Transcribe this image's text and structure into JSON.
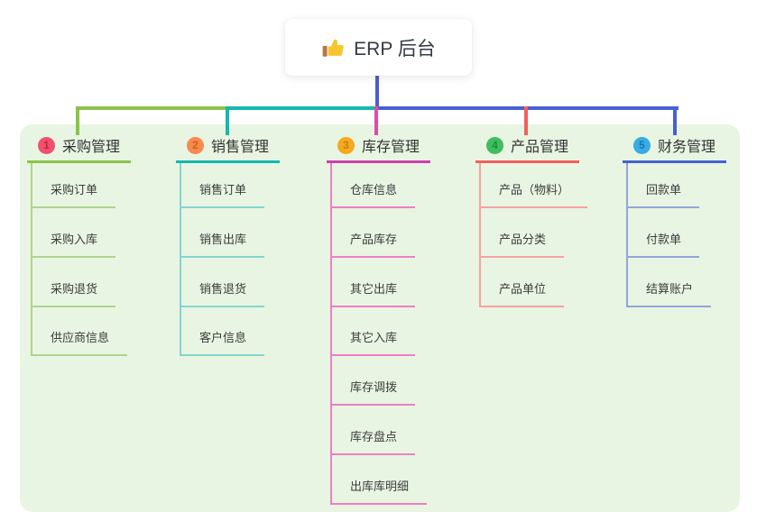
{
  "root": {
    "title": "ERP 后台",
    "icon": "thumbs-up-icon",
    "connector_color": "#4a5fd2"
  },
  "panel": {
    "background": "#e8f5e2"
  },
  "bus_segments": [
    {
      "color": "#8bc34a"
    },
    {
      "color": "#14b8ae"
    },
    {
      "color": "#4a5fd2"
    }
  ],
  "branches": [
    {
      "badge": "1",
      "label": "采购管理",
      "badge_bg": "#f2506e",
      "badge_fg": "#bf2349",
      "line_color": "#8bc34a",
      "child_line_color": "#aed48e",
      "drop_color": "#8bc34a",
      "children": [
        "采购订单",
        "采购入库",
        "采购退货",
        "供应商信息"
      ]
    },
    {
      "badge": "2",
      "label": "销售管理",
      "badge_bg": "#f98a4d",
      "badge_fg": "#cf5e1b",
      "line_color": "#14b8ae",
      "child_line_color": "#84d5cf",
      "drop_color": "#14b8ae",
      "children": [
        "销售订单",
        "销售出库",
        "销售退货",
        "客户信息"
      ]
    },
    {
      "badge": "3",
      "label": "库存管理",
      "badge_bg": "#f7a821",
      "badge_fg": "#cd7d00",
      "line_color": "#ce3fae",
      "child_line_color": "#f07ec6",
      "drop_color": "#dd4fa5",
      "children": [
        "仓库信息",
        "产品库存",
        "其它出库",
        "其它入库",
        "库存调拨",
        "库存盘点",
        "出库库明细"
      ]
    },
    {
      "badge": "4",
      "label": "产品管理",
      "badge_bg": "#3fbe5e",
      "badge_fg": "#1d8f40",
      "line_color": "#f25f5f",
      "child_line_color": "#f5a3a3",
      "drop_color": "#f25f5f",
      "children": [
        "产品（物料）",
        "产品分类",
        "产品单位"
      ]
    },
    {
      "badge": "5",
      "label": "财务管理",
      "badge_bg": "#38ade3",
      "badge_fg": "#1878ad",
      "line_color": "#4463ce",
      "child_line_color": "#93a5dc",
      "drop_color": "#4a5fd2",
      "children": [
        "回款单",
        "付款单",
        "结算账户"
      ]
    }
  ]
}
